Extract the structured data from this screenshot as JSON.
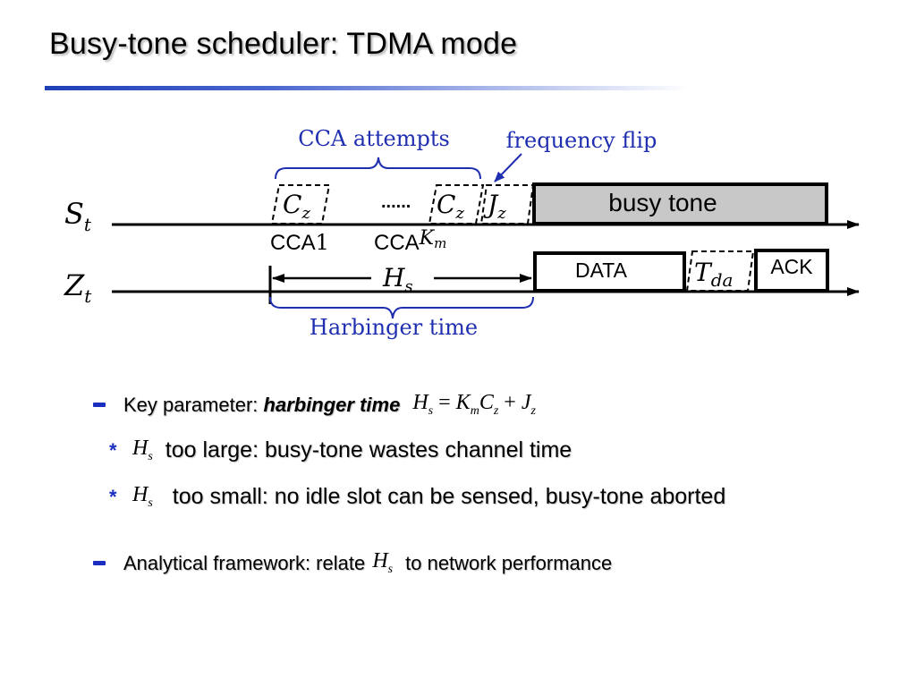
{
  "slide": {
    "title": "Busy-tone scheduler: TDMA mode"
  },
  "diagram": {
    "signal_s": {
      "symbol": "S",
      "sub": "t"
    },
    "signal_z": {
      "symbol": "Z",
      "sub": "t"
    },
    "cca_attempts_label": "CCA attempts",
    "frequency_flip_label": "frequency flip",
    "cz_symbol": "C",
    "cz_sub": "z",
    "ellipsis": "......",
    "jz_symbol": "J",
    "jz_sub": "z",
    "busy_tone_label": "busy tone",
    "cca1_text": "CCA",
    "cca1_num": "1",
    "ccak_text": "CCA",
    "ccak_sym": "K",
    "ccak_sub": "m",
    "hs_symbol": "H",
    "hs_sub": "s",
    "data_label": "DATA",
    "tda_symbol": "T",
    "tda_sub": "da",
    "ack_label": "ACK",
    "harbinger_label": "Harbinger time"
  },
  "bullets": {
    "b1": {
      "prefix": "Key parameter: ",
      "keyword": "harbinger time",
      "formula": {
        "h": "H",
        "h_sub": "s",
        "eq": " = ",
        "k": "K",
        "k_sub": "m",
        "c": "C",
        "c_sub": "z",
        "plus": " + ",
        "j": "J",
        "j_sub": "z"
      }
    },
    "b1a": {
      "h": "H",
      "h_sub": "s",
      "text": "too large: busy-tone wastes channel time"
    },
    "b1b": {
      "h": "H",
      "h_sub": "s",
      "text": "too small: no idle slot can be sensed, busy-tone aborted"
    },
    "b2": {
      "prefix": "Analytical framework: relate ",
      "h": "H",
      "h_sub": "s",
      "suffix": "to network performance"
    }
  },
  "colors": {
    "accent_blue": "#1a2fbf",
    "annotation_blue": "#1f2fb0",
    "busy_tone_fill": "#c8c8c8"
  }
}
